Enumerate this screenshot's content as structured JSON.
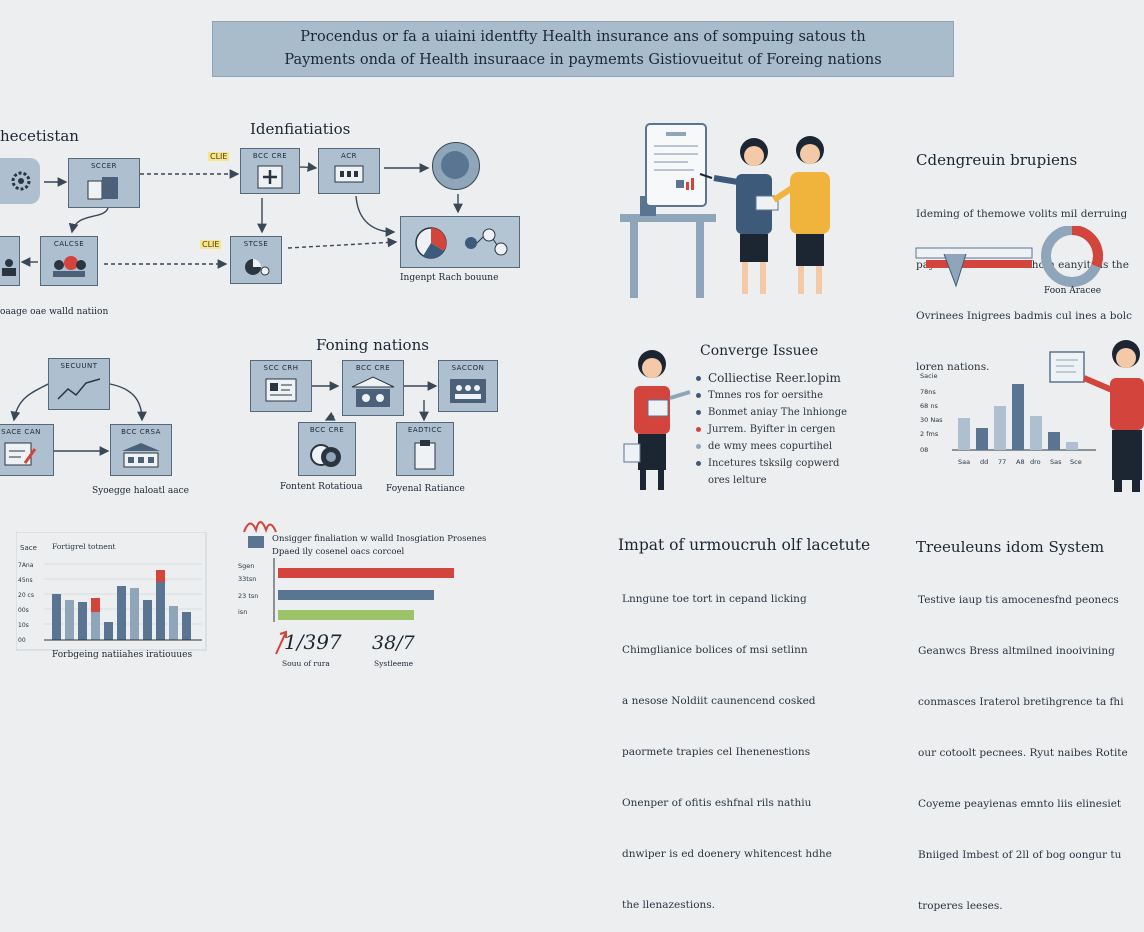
{
  "banner": {
    "line1": "Procendus or fa a uiaini identfty Health insurance ans of sompuing satous th",
    "line2": "Payments onda of Health insuraace in paymemts Gistiovueitut of Foreing nations"
  },
  "flow1": {
    "title_left": "hecetistan",
    "title_right": "Idenfiatiatios",
    "tag_top": "CLIE",
    "tag_mid": "CLIE",
    "box_a": "SCCER",
    "box_b": "BCC CRE",
    "box_c": "ACR",
    "box_d": "CALCSE",
    "box_e": "STCSE",
    "caption_left": "oaage oae walld natiion",
    "caption_right": "Ingenpt Rach bouune"
  },
  "flow2": {
    "title": "Foning nations",
    "box_a": "SECUUNT",
    "box_b": "SCC CRH",
    "box_c": "BCC CRE",
    "box_d": "SACCON",
    "box_e": "BCC CRE",
    "box_f": "EADTICC",
    "box_g": "SACE CAN",
    "box_h": "BCC CRSA",
    "caption_left": "Syoegge haloatl aace",
    "caption_mid": "Fontent Rotatioua",
    "caption_right": "Foyenal Ratiance"
  },
  "bar_chart": {
    "caption": "Forbgeing natiiahes iratiouues"
  },
  "hbar_chart": {
    "head": "Onsigger finaliation w walld Inosgiation Prosenes",
    "sub": "Dpaed ily cosenel oacs corcoel",
    "stat1": "1/397",
    "stat1_label": "Souu of rura",
    "stat2": "38/7",
    "stat2_label": "Systleeme"
  },
  "right_top": {
    "title": "Cdengreuin brupiens",
    "lines": [
      "Ideming of themowe volits mil derruing",
      "paymeces ne the Nalthom eanyits is the",
      "Ovrinees Inigrees badmis cul ines a bolc",
      "loren nations."
    ],
    "caption": "Foon Aracee"
  },
  "coverage": {
    "title": "Converge Issuee",
    "items": [
      {
        "text": "Colliectise Reer.lopim",
        "color": "#3d5a7a"
      },
      {
        "text": "Tmnes ros for oersithe",
        "color": "#3d5a7a"
      },
      {
        "text": "Bonmet aniay The lnhionge",
        "color": "#3d5a7a"
      },
      {
        "text": "Jurrem. Byifter in cergen",
        "color": "#d2443c"
      },
      {
        "text": "de wmy mees copurtihel",
        "color": "#8fa7bd"
      },
      {
        "text": "Incetures tsksilg copwerd",
        "color": "#3d5a7a"
      },
      {
        "text": "ores lelture",
        "color": "#ffffff"
      }
    ]
  },
  "mini_chart": {
    "y_labels": [
      "Sacie",
      "78ns",
      "68 ns",
      "30 Nas",
      "2 fms",
      "08"
    ],
    "x_labels": [
      "Saa",
      "dd",
      "77",
      "A8",
      "dro",
      "Sas",
      "Sce"
    ]
  },
  "impact": {
    "title": "Impat of urmoucruh olf lacetute",
    "lines": [
      "Lnngune toe tort in cepand licking",
      "Chimglianice bolices of msi setlinn",
      "a nesose Noldiit caunencend cosked",
      "paormete trapies cel Ihenenestions",
      "Onenper of ofitis eshfnal rils nathiu",
      "dnwiper is ed doenery whitencest hdhe",
      "the llenazestions."
    ]
  },
  "treat": {
    "title": "Treeuleuns idom System",
    "lines": [
      "Testive iaup tis amocenesfnd peonecs",
      "Geanwcs Bress altmilned inooivining",
      "conmasces Iraterol bretihgrence ta fhi",
      "our cotoolt pecnees. Ryut naibes Rotite",
      "Coyeme peayienas emnto liis elinesiet",
      "Bniiged Imbest of 2ll of bog oongur tu",
      "troperes leeses."
    ]
  }
}
